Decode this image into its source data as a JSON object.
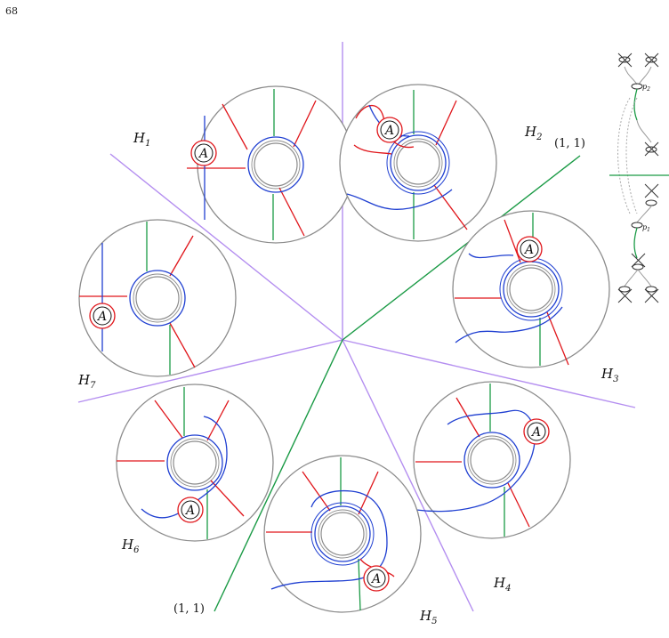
{
  "page": {
    "number": "68"
  },
  "figure": {
    "sector_labels": [
      {
        "id": "H1",
        "base": "H",
        "sub": "1"
      },
      {
        "id": "H2",
        "base": "H",
        "sub": "2"
      },
      {
        "id": "H3",
        "base": "H",
        "sub": "3"
      },
      {
        "id": "H4",
        "base": "H",
        "sub": "4"
      },
      {
        "id": "H5",
        "base": "H",
        "sub": "5"
      },
      {
        "id": "H6",
        "base": "H",
        "sub": "6"
      },
      {
        "id": "H7",
        "base": "H",
        "sub": "7"
      }
    ],
    "ray_label_top": "(1, 1)",
    "ray_label_bottom": "(1, 1)",
    "marker_text": "A",
    "side_labels": {
      "upper": "p",
      "upper_sub": "2",
      "lower": "p",
      "lower_sub": "1"
    }
  },
  "colors": {
    "purple": "#b48ef0",
    "green": "#1a9a45",
    "red": "#e0161b",
    "blue": "#1f3fd1",
    "gray": "#8c8c8c"
  }
}
